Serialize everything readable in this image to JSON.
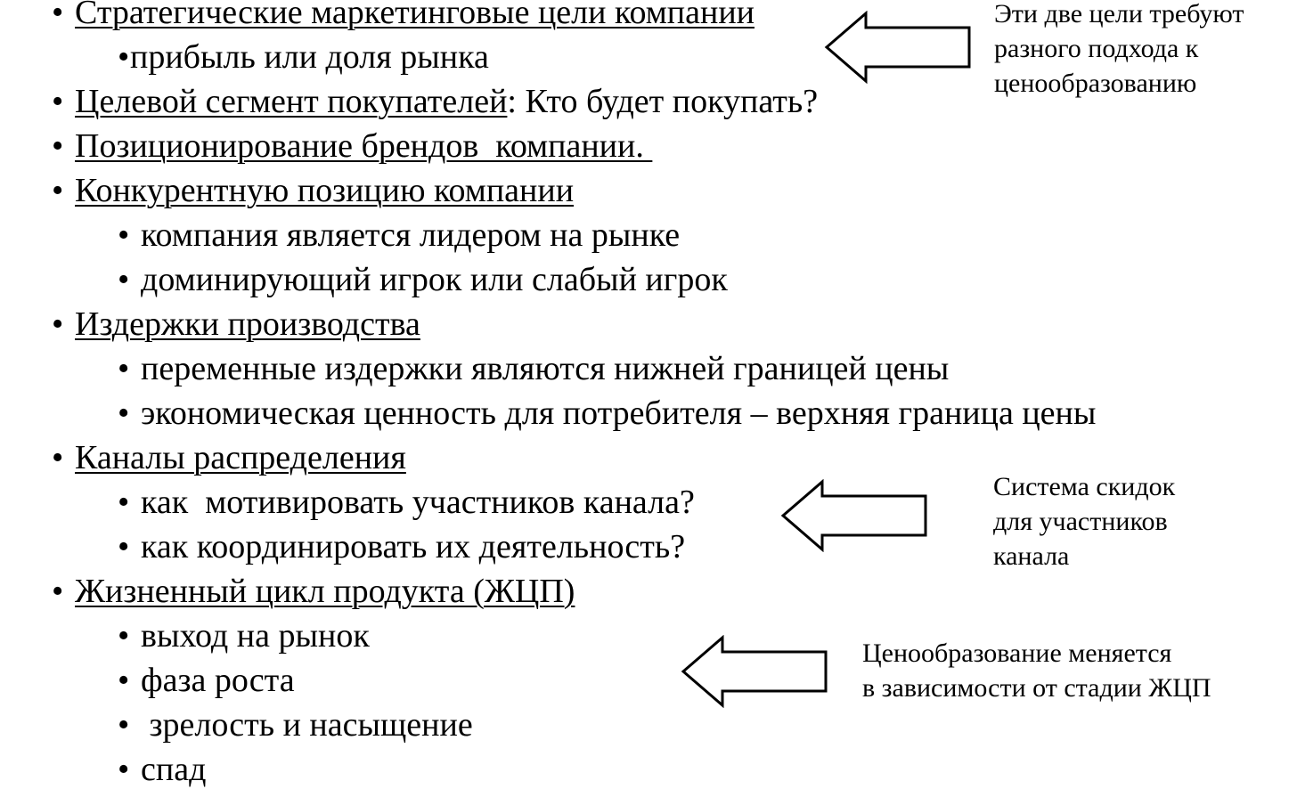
{
  "bullets": [
    {
      "level": 1,
      "underlined": "Стратегические маркетинговые цели компании",
      "rest": ""
    },
    {
      "level": 2,
      "underlined": "",
      "rest": "прибыль или доля  рынка"
    },
    {
      "level": 1,
      "underlined": "Целевой сегмент покупателей",
      "rest": ": Кто будет покупать?"
    },
    {
      "level": 1,
      "underlined": "Позиционирование брендов  компании. ",
      "rest": ""
    },
    {
      "level": 1,
      "underlined": "Конкурентную позицию компании",
      "rest": ""
    },
    {
      "level": 2,
      "underlined": "",
      "rest": "компания является лидером на рынке"
    },
    {
      "level": 2,
      "underlined": "",
      "rest": "доминирующий игрок или слабый игрок"
    },
    {
      "level": 1,
      "underlined": "Издержки производства",
      "rest": ""
    },
    {
      "level": 2,
      "underlined": "",
      "rest": "переменные издержки являются нижней границей цены"
    },
    {
      "level": 2,
      "underlined": "",
      "rest": "экономическая ценность для потребителя – верхняя граница цены"
    },
    {
      "level": 1,
      "underlined": "Каналы распределения",
      "rest": ""
    },
    {
      "level": 2,
      "underlined": "",
      "rest": "как  мотивировать участников канала?"
    },
    {
      "level": 2,
      "underlined": "",
      "rest": "как координировать их деятельность?"
    },
    {
      "level": 1,
      "underlined": "Жизненный цикл продукта (ЖЦП)",
      "rest": ""
    },
    {
      "level": 2,
      "underlined": "",
      "rest": "выход на рынок"
    },
    {
      "level": 2,
      "underlined": "",
      "rest": "фаза роста"
    },
    {
      "level": 2,
      "underlined": "",
      "rest": " зрелость и насыщение"
    },
    {
      "level": 2,
      "underlined": "",
      "rest": "спад"
    }
  ],
  "notes": {
    "goals": [
      "Эти две цели требуют",
      "разного подхода к",
      "ценообразованию"
    ],
    "channels": [
      "Система скидок",
      "для участников",
      "канала"
    ],
    "lifecycle": [
      "Ценообразование меняется",
      "в зависимости от стадии ЖЦП"
    ]
  },
  "bullet_glyph": "•",
  "arrow_icon": "left-arrow-icon",
  "colors": {
    "text": "#000000",
    "background": "#ffffff"
  }
}
